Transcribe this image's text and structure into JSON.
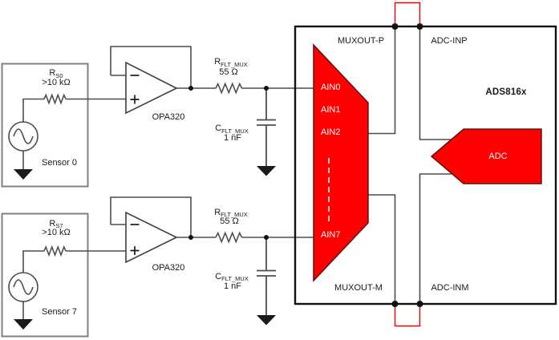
{
  "colors": {
    "accent_red": "#fe0000",
    "jumper_red": "#f40000",
    "wire_gray": "#4d4d4d"
  },
  "channels": [
    {
      "sensor_resistor_ref": "R",
      "sensor_resistor_sub": "S0",
      "sensor_resistor_value": ">10 kΩ",
      "sensor_label": "Sensor 0",
      "opamp_label": "OPA320",
      "filter_resistor_ref": "R",
      "filter_resistor_sub": "FLT_MUX",
      "filter_resistor_value": "55 Ω",
      "filter_cap_ref": "C",
      "filter_cap_sub": "FLT_MUX",
      "filter_cap_value": "1 nF"
    },
    {
      "sensor_resistor_ref": "R",
      "sensor_resistor_sub": "S7",
      "sensor_resistor_value": ">10 kΩ",
      "sensor_label": "Sensor 7",
      "opamp_label": "OPA320",
      "filter_resistor_ref": "R",
      "filter_resistor_sub": "FLT_MUX",
      "filter_resistor_value": "55 Ω",
      "filter_cap_ref": "C",
      "filter_cap_sub": "FLT_MUX",
      "filter_cap_value": "1 nF"
    }
  ],
  "ads_block": {
    "device_name": "ADS816x",
    "pin_muxout_p": "MUXOUT-P",
    "pin_muxout_m": "MUXOUT-M",
    "pin_adc_inp": "ADC-INP",
    "pin_adc_inm": "ADC-INM",
    "adc_core_label": "ADC",
    "mux_input_labels": [
      "AIN0",
      "AIN1",
      "AIN2",
      "AIN7"
    ]
  }
}
